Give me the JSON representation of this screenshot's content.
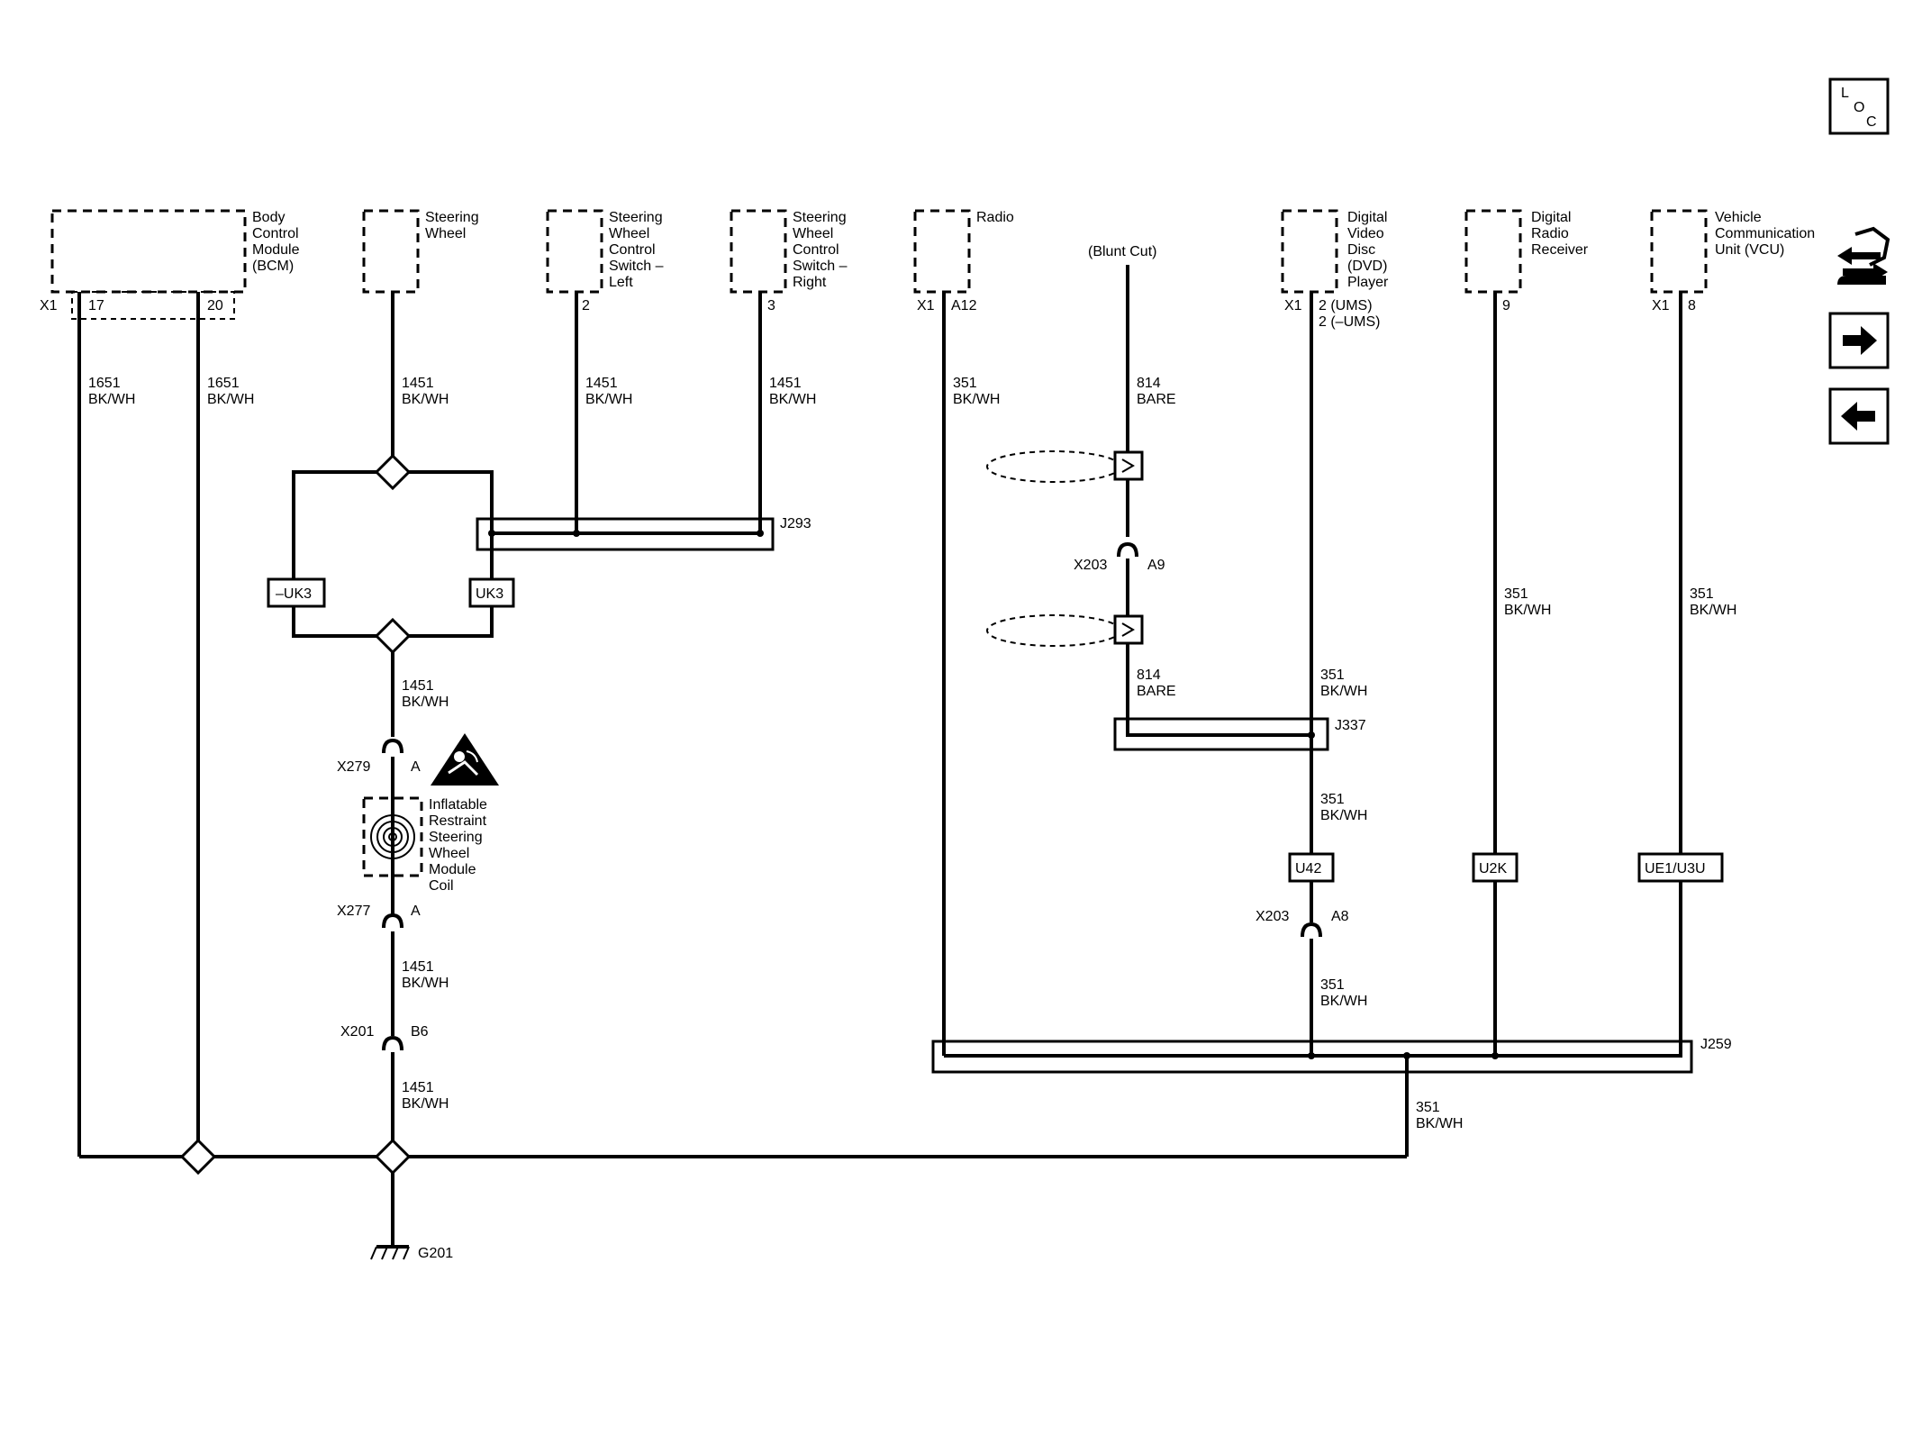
{
  "components": {
    "bcm": "Body Control Module (BCM)",
    "steering_wheel": "Steering Wheel",
    "swc_left": "Steering Wheel Control Switch – Left",
    "swc_right": "Steering Wheel Control Switch – Right",
    "radio": "Radio",
    "blunt_cut": "(Blunt Cut)",
    "dvd": "Digital Video Disc (DVD) Player",
    "digital_radio": "Digital Radio Receiver",
    "vcu": "Vehicle Communication Unit (VCU)",
    "coil": "Inflatable Restraint Steering Wheel Module Coil"
  },
  "pins": {
    "x1": "X1",
    "bcm_17": "17",
    "bcm_20": "20",
    "swl_2": "2",
    "swr_3": "3",
    "radio_a12": "A12",
    "dvd_2a": "2 (UMS)",
    "dvd_2b": "2 (–UMS)",
    "drr_9": "9",
    "vcu_8": "8"
  },
  "wires": {
    "c1651": "1651",
    "c1451": "1451",
    "c351": "351",
    "c814": "814",
    "bkwh": "BK/WH",
    "bare": "BARE"
  },
  "connectors": {
    "x279": "X279",
    "x279_pin": "A",
    "x277": "X277",
    "x277_pin": "A",
    "x201": "X201",
    "x201_pin": "B6",
    "x203_a9": "X203",
    "x203_a9_pin": "A9",
    "x203_a8": "X203",
    "x203_a8_pin": "A8"
  },
  "splices": {
    "j293": "J293",
    "j337": "J337",
    "j259": "J259"
  },
  "options": {
    "neg_uk3": "–UK3",
    "uk3": "UK3",
    "u42": "U42",
    "u2k": "U2K",
    "ue1u3u": "UE1/U3U"
  },
  "ground": "G201",
  "nav": {
    "loc_l": "L",
    "loc_o": "O",
    "loc_c": "C"
  },
  "icons": {
    "loc": "location-view-icon",
    "ref": "component-reference-icon",
    "next": "arrow-right-icon",
    "prev": "arrow-left-icon",
    "airbag": "airbag-warning-icon"
  }
}
